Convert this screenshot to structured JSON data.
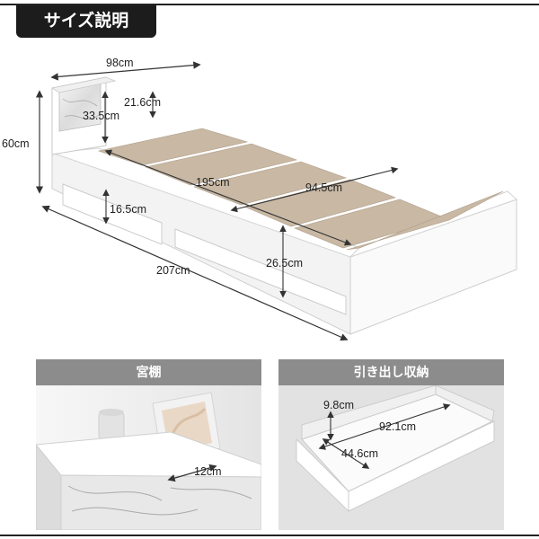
{
  "header": {
    "title": "サイズ説明"
  },
  "main_dimensions": {
    "width": "98cm",
    "height": "60cm",
    "headboard_shelf_height": "21.6cm",
    "headboard_height": "33.5cm",
    "inner_length": "195cm",
    "inner_width": "94.5cm",
    "drawer_height": "16.5cm",
    "frame_height": "26.5cm",
    "total_length": "207cm"
  },
  "panels": {
    "shelf": {
      "title": "宮棚",
      "depth": "12cm"
    },
    "drawer": {
      "title": "引き出し収納",
      "height": "9.8cm",
      "length": "92.1cm",
      "width": "44.6cm"
    }
  },
  "colors": {
    "tag": "#1c1c1c",
    "panel_header": "#8c8c8c",
    "slat": "#c8b8a4",
    "frame": "#ffffff"
  }
}
